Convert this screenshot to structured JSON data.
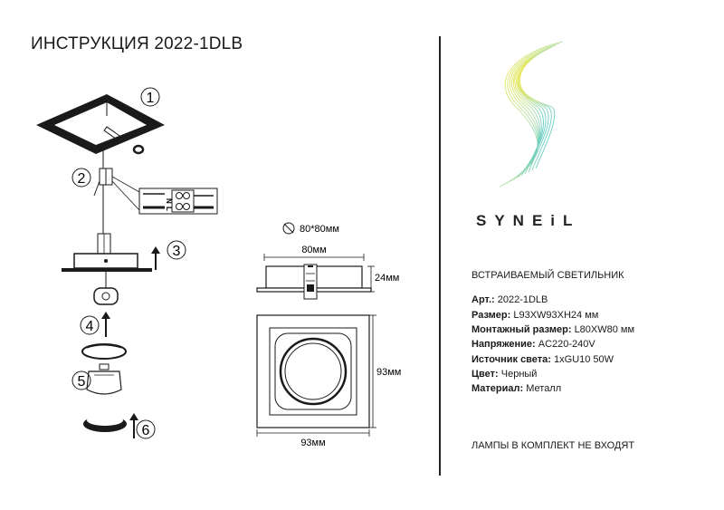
{
  "document": {
    "title": "ИНСТРУКЦИЯ 2022-1DLB",
    "brand": "SYNEiL",
    "product_title": "ВСТРАИВАЕМЫЙ СВЕТИЛЬНИК",
    "specs": [
      {
        "label": "Арт.:",
        "value": "2022-1DLB"
      },
      {
        "label": "Размер:",
        "value": "L93XW93XH24 мм"
      },
      {
        "label": "Монтажный размер:",
        "value": "L80XW80 мм"
      },
      {
        "label": "Напряжение:",
        "value": "AC220-240V"
      },
      {
        "label": "Источник света:",
        "value": "1xGU10 50W"
      },
      {
        "label": "Цвет:",
        "value": "Черный"
      },
      {
        "label": "Материал:",
        "value": "Металл"
      }
    ],
    "footnote": "ЛАМПЫ В КОМПЛЕКТ НЕ ВХОДЯТ"
  },
  "steps": [
    "1",
    "2",
    "3",
    "4",
    "5",
    "6"
  ],
  "wiring": {
    "n": "N",
    "l": "L"
  },
  "dimensions": {
    "cutout": "80*80мм",
    "side_width": "80мм",
    "side_height": "24мм",
    "top_height": "93мм",
    "top_width": "93мм"
  },
  "colors": {
    "line": "#1a1a1a",
    "logo_yellow": "#e8e040",
    "logo_cyan": "#30c0d8"
  }
}
